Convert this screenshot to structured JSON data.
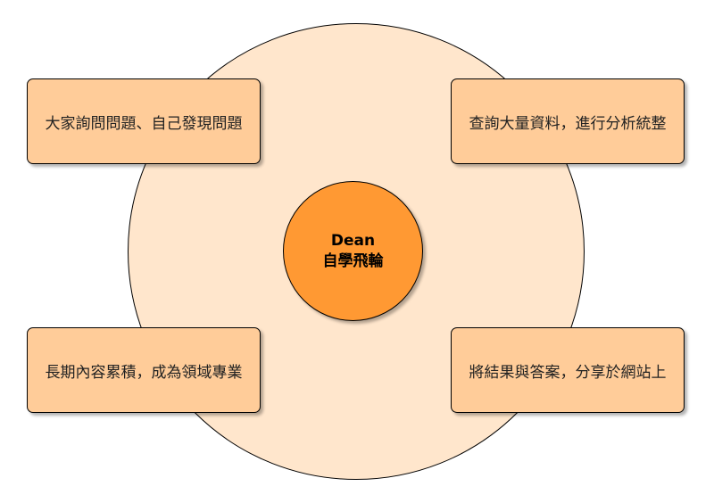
{
  "center": {
    "title": "Dean",
    "subtitle": "自學飛輪"
  },
  "steps": [
    {
      "label": "大家詢問問題、自己發現問題"
    },
    {
      "label": "查詢大量資料，進行分析統整"
    },
    {
      "label": "將結果與答案，分享於網站上"
    },
    {
      "label": "長期內容累積，成為領域專業"
    }
  ]
}
